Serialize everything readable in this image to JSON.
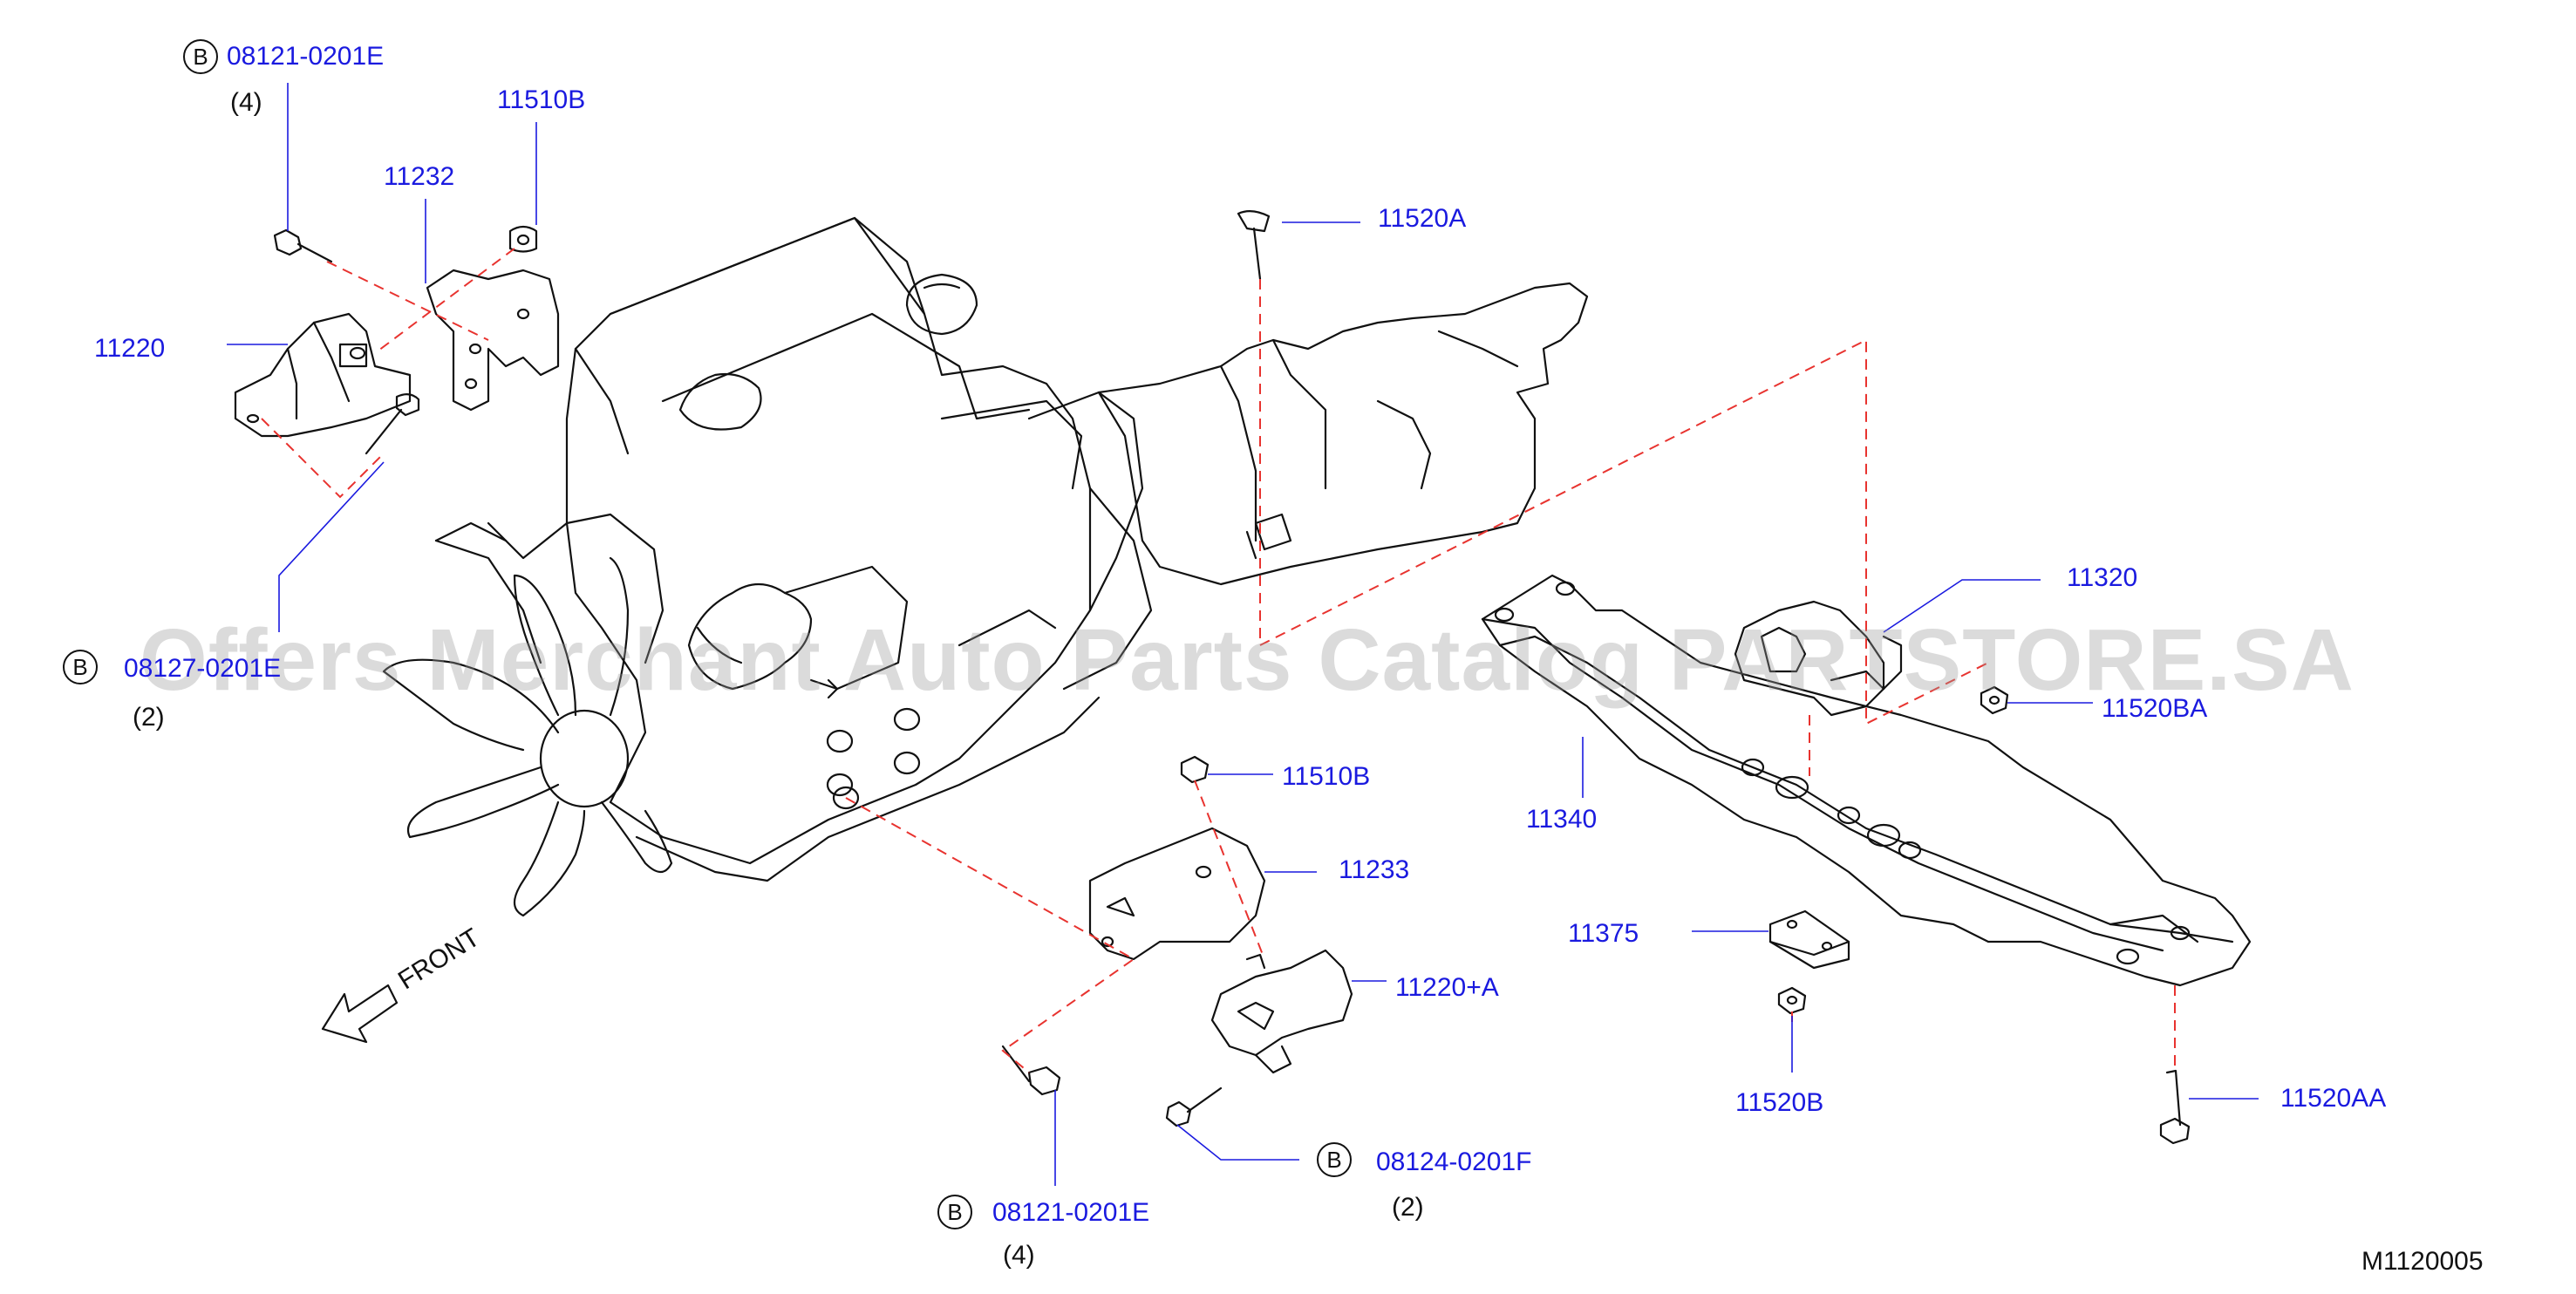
{
  "diagram": {
    "labels": {
      "p1": "08121-0201E",
      "p1_qty": "(4)",
      "p2": "11510B",
      "p3": "11232",
      "p4": "11220",
      "p5": "08127-0201E",
      "p5_qty": "(2)",
      "p6": "11520A",
      "p7": "11320",
      "p8": "11520BA",
      "p9": "11340",
      "p10": "11510B",
      "p11": "11233",
      "p12": "11220+A",
      "p13": "11375",
      "p14": "11520B",
      "p15": "11520AA",
      "p16": "08124-0201F",
      "p16_qty": "(2)",
      "p17": "08121-0201E",
      "p17_qty": "(4)",
      "front": "FRONT",
      "circle_b": "B",
      "figure_code": "M1120005"
    },
    "watermark": "Offers Merchant Auto Parts Catalog PARTSTORE.SA",
    "colors": {
      "part_label": "#1a1adf",
      "leader": "#1a1adf",
      "dashed_guide": "#e8332f",
      "line_art": "#111111",
      "watermark": "#9a9a9a"
    }
  }
}
